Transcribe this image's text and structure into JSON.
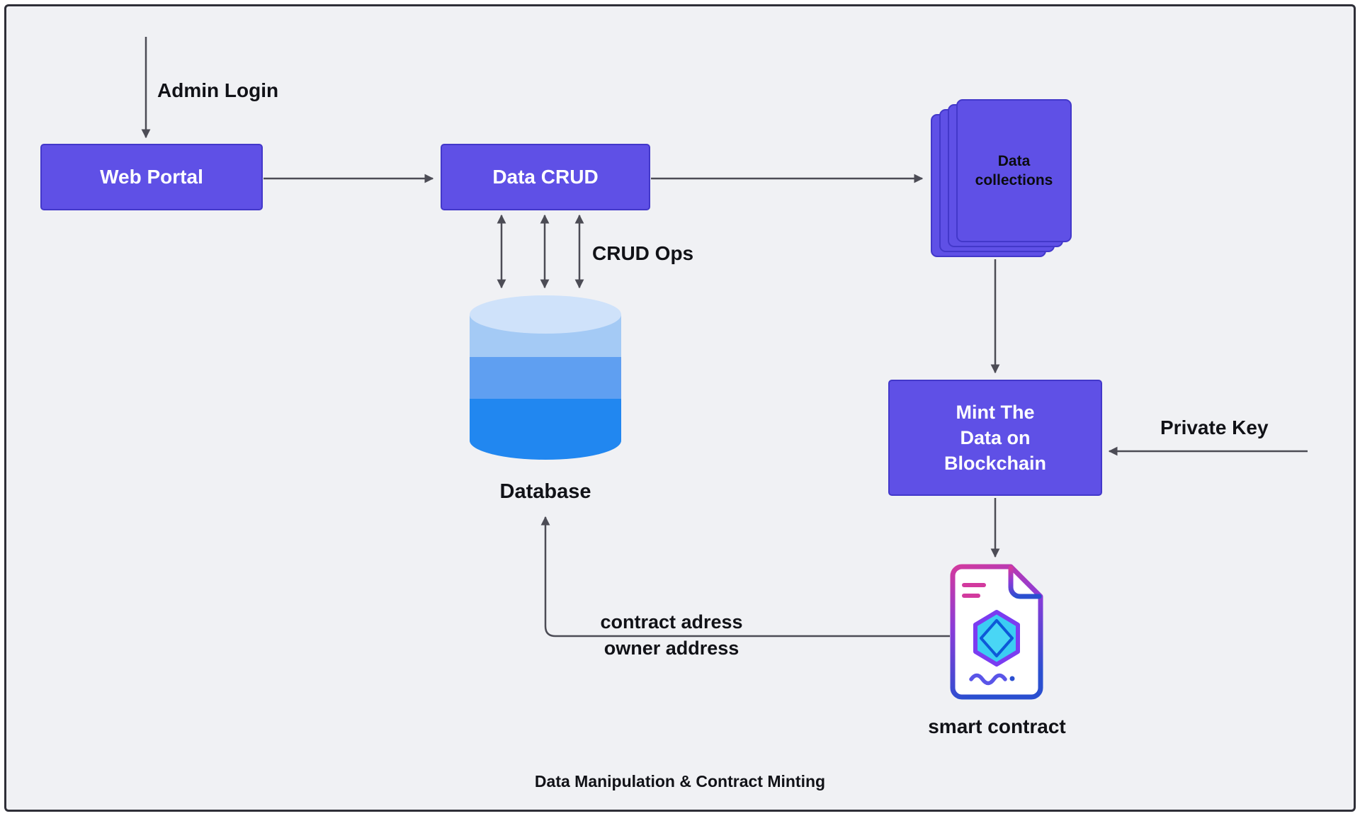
{
  "canvas": {
    "caption": "Data Manipulation & Contract Minting"
  },
  "nodes": {
    "web_portal": {
      "label": "Web Portal"
    },
    "data_crud": {
      "label": "Data CRUD"
    },
    "data_collections": {
      "lines": [
        "Data",
        "collections"
      ]
    },
    "mint": {
      "lines": [
        "Mint The",
        "Data on",
        "Blockchain"
      ]
    },
    "database": {
      "label": "Database"
    },
    "smart_contract": {
      "label": "smart contract"
    }
  },
  "labels": {
    "admin_login": "Admin Login",
    "crud_ops": "CRUD Ops",
    "private_key": "Private Key",
    "contract_address_lines": [
      "contract adress",
      "owner address"
    ]
  },
  "colors": {
    "node_fill": "#5f50e6",
    "node_border": "#4338ca",
    "node_text": "#ffffff",
    "label_text": "#111217",
    "arrow": "#4c4c55",
    "background": "#f0f1f4",
    "frame_border": "#2f2f38",
    "db_top": "#cfe2fa",
    "db_band1": "#a4caf5",
    "db_band2": "#5f9ff1",
    "db_band3": "#2187f0"
  }
}
